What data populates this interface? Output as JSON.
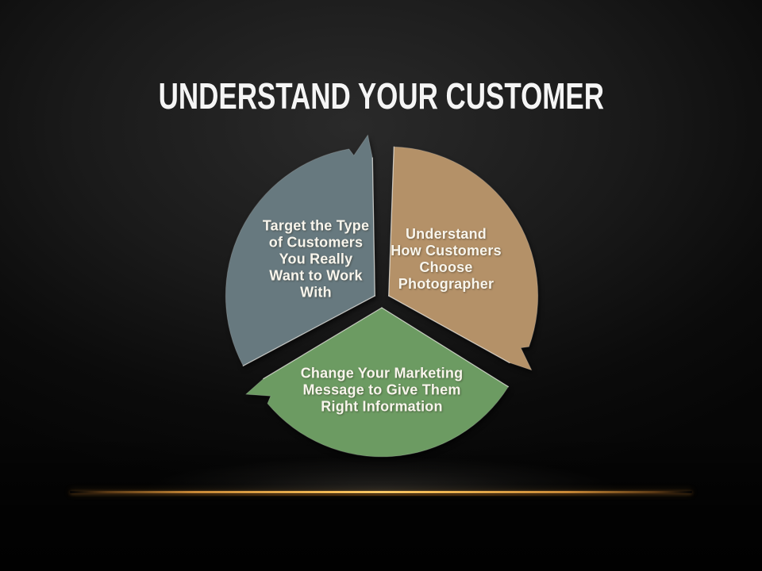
{
  "slide": {
    "title": "UNDERSTAND YOUR CUSTOMER",
    "background_color": "#111111",
    "title_color": "#f5f5f5"
  },
  "diagram": {
    "type": "cycle",
    "direction": "clockwise",
    "segments": [
      {
        "id": "target-customers",
        "label": "Target the Type\nof Customers\nYou Really\nWant to Work\nWith",
        "color": "#67797f"
      },
      {
        "id": "understand-choose",
        "label": "Understand\nHow Customers\nChoose\nPhotographer",
        "color": "#b49168"
      },
      {
        "id": "change-message",
        "label": "Change Your Marketing\nMessage to Give Them\nRight Information",
        "color": "#6c9b62"
      }
    ],
    "label_color": "#f8f5ec",
    "edge_highlight_color": "#faf9f2"
  },
  "decor": {
    "horizon_line_color": "#f5bd58"
  }
}
